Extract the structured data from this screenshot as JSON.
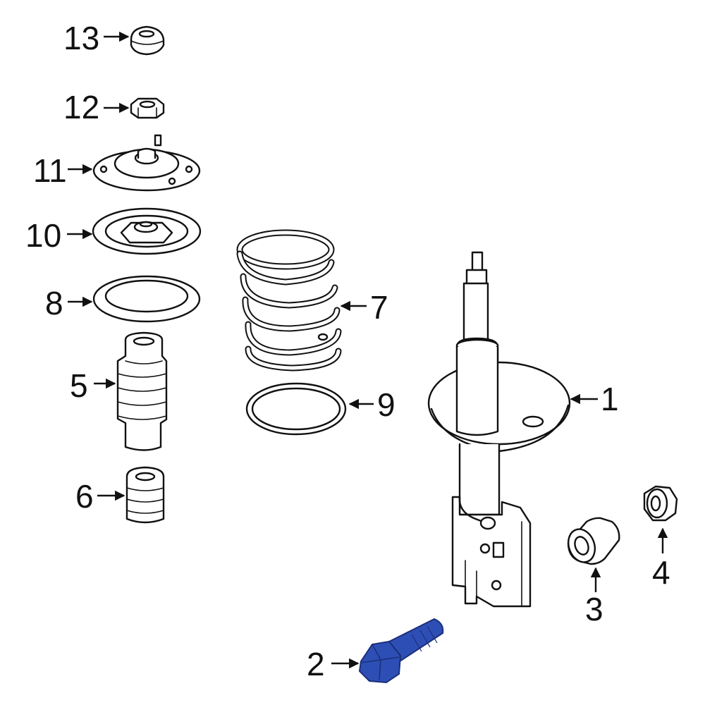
{
  "colors": {
    "line": "#111111",
    "background": "#ffffff",
    "highlight": "#2d4fb5",
    "highlight_dark": "#1a2f7a"
  },
  "callouts": {
    "c1": "1",
    "c2": "2",
    "c3": "3",
    "c4": "4",
    "c5": "5",
    "c6": "6",
    "c7": "7",
    "c8": "8",
    "c9": "9",
    "c10": "10",
    "c11": "11",
    "c12": "12",
    "c13": "13"
  },
  "highlighted_part": "2"
}
